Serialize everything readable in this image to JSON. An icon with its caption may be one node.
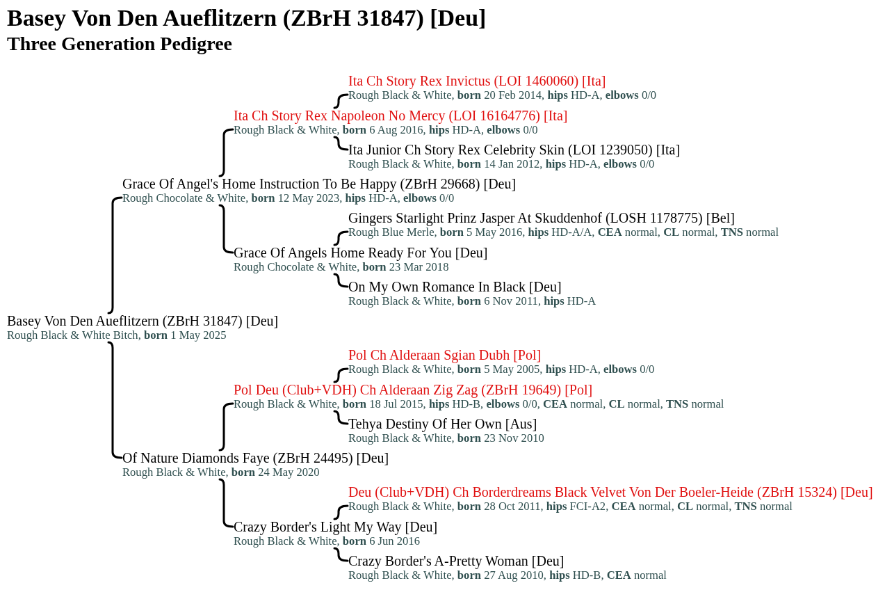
{
  "diagram": {
    "title": "Basey Von Den Aueflitzern (ZBrH 31847) [Deu]",
    "nodes": [
      {
        "text": [
          "Ita Ch Story Rex Invictus (LOI 1460060) [Ita]",
          "Rough Black & White, **born** 20 Feb 2014, **hips** HD-A, **elbows** 0/0"
        ]
      },
      {
        "text": [
          "Ita Ch Story Rex Napoleon No Mercy (LOI 16164776) [Ita]",
          "Rough Black & White, **born** 6 Aug 2016, **hips** HD-A, **elbows** 0/0"
        ]
      },
      {
        "text": [
          "Ita Junior Ch Story Rex Celebrity Skin (LOI 1239050) [Ita]",
          "Rough Black & White, **born** 14 Jan 2012, **hips** HD-A, **elbows** 0/0"
        ]
      },
      {
        "text": [
          "Grace Of Angel's Home Instruction To Be Happy (ZBrH 29668) [Deu]",
          "Rough Chocolate & White, **born** 12 May 2023, **hips** HD-A, **elbows** 0/0"
        ]
      },
      {
        "text": [
          "Gingers Starlight Prinz Jasper At Skuddenhof (LOSH 1178775) [Bel]",
          "Rough Blue Merle, **born** 5 May 2016, **hips** HD-A/A, **CEA** normal, **CL** normal, **TNS** normal"
        ]
      },
      {
        "text": [
          "Grace Of Angels Home Ready For You [Deu]",
          "Rough Chocolate & White, **born** 23 Mar 2018"
        ]
      },
      {
        "text": [
          "On My Own Romance In Black [Deu]",
          "Rough Black & White, **born** 6 Nov 2011, **hips** HD-A"
        ]
      },
      {
        "text": [
          "Basey Von Den Aueflitzern (ZBrH 31847) [Deu]",
          "Rough Black & White Bitch, **born** 1 May 2025"
        ]
      },
      {
        "text": [
          "Pol Ch Alderaan Sgian Dubh [Pol]",
          "Rough Black & White, **born** 5 May 2005, **hips** HD-A, **elbows** 0/0"
        ]
      },
      {
        "text": [
          "Pol Deu (Club+VDH) Ch Alderaan Zig Zag (ZBrH 19649) [Pol]",
          "Rough Black & White, **born** 18 Jul 2015, **hips** HD-B, **elbows** 0/0, **CEA** normal, **CL** normal, **TNS** normal"
        ]
      },
      {
        "text": [
          "Tehya Destiny Of Her Own [Aus]",
          "Rough Black & White, **born** 23 Nov 2010"
        ]
      },
      {
        "text": [
          "Of Nature Diamonds Faye (ZBrH 24495) [Deu]",
          "Rough Black & White, **born** 24 May 2020"
        ]
      },
      {
        "text": [
          "Deu (Club+VDH) Ch Borderdreams Black Velvet Von Der Boeler-Heide (ZBrH 15324) [Deu]",
          "Rough Black & White, **born** 28 Oct 2011, **hips** FCI-A2, **CEA** normal, **CL** normal, **TNS** normal"
        ]
      },
      {
        "text": [
          "Crazy Border's Light My Way [Deu]",
          "Rough Black & White, **born** 6 Jun 2016"
        ]
      },
      {
        "text": [
          "Crazy Border's A-Pretty Woman [Deu]",
          "Rough Black & White, **born** 27 Aug 2010, **hips** HD-B, **CEA** normal"
        ]
      }
    ],
    "edges": [
      {
        "from": 1,
        "to": 0,
        "arrow": "none"
      },
      {
        "from": 3,
        "to": 1,
        "arrow": "none"
      },
      {
        "from": 1,
        "to": 2,
        "arrow": "none"
      },
      {
        "from": 7,
        "to": 3,
        "arrow": "none"
      },
      {
        "from": 3,
        "to": 5,
        "arrow": "none"
      },
      {
        "from": 5,
        "to": 4,
        "arrow": "none"
      },
      {
        "from": 5,
        "to": 6,
        "arrow": "none"
      },
      {
        "from": 7,
        "to": 11,
        "arrow": "none"
      },
      {
        "from": 9,
        "to": 8,
        "arrow": "none"
      },
      {
        "from": 11,
        "to": 9,
        "arrow": "none"
      },
      {
        "from": 9,
        "to": 10,
        "arrow": "none"
      },
      {
        "from": 13,
        "to": 12,
        "arrow": "none"
      },
      {
        "from": 11,
        "to": 13,
        "arrow": "none"
      },
      {
        "from": 13,
        "to": 14,
        "arrow": "none"
      }
    ],
    "labels": [
      "Three Generation Pedigree"
    ]
  }
}
